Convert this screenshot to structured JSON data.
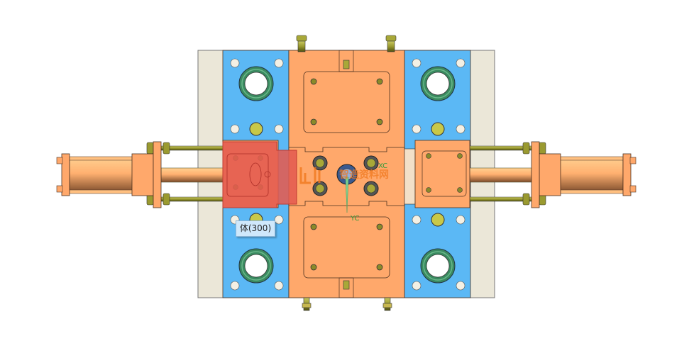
{
  "viewport": {
    "colors": {
      "background": "#ffffff",
      "clamp_plate": "#ebe7d8",
      "mold_plate": "#5bb8f5",
      "core_cavity": "#ffa86b",
      "selection_highlight": "#e45a50",
      "bolt": "#a8a838",
      "cooling_ring": "#3a8a60"
    },
    "tooltip": "体(300)",
    "axis": {
      "x_label": "XC",
      "y_label": "YC"
    },
    "watermark": "智造资料网"
  }
}
